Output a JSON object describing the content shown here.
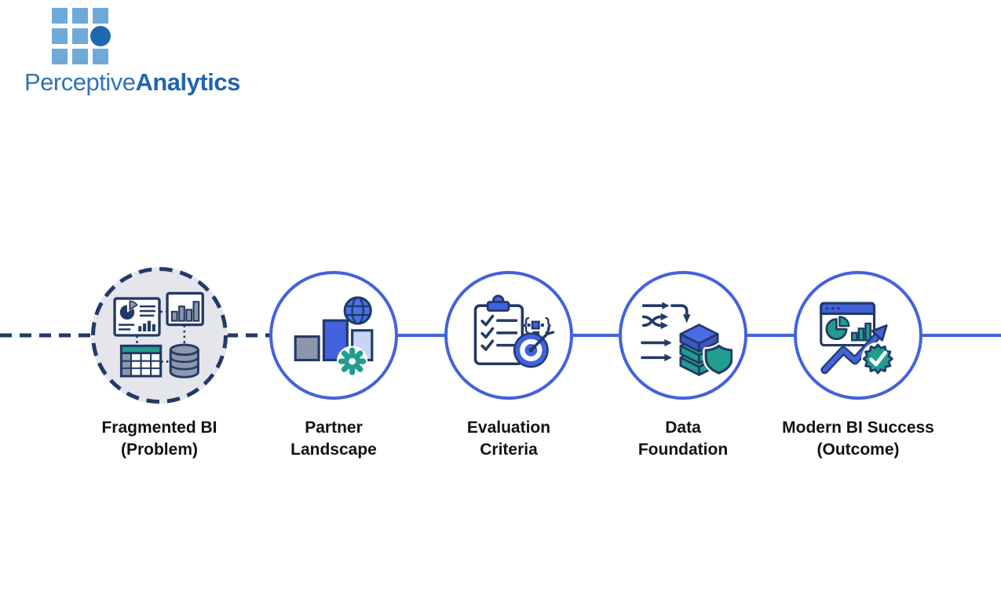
{
  "page": {
    "background": "#FFFFFF",
    "kind": "process-flow slide"
  },
  "logo": {
    "brand_first": "Perceptive",
    "brand_second": "Analytics",
    "colors": {
      "grid_square": "#6FA9D8",
      "grid_dot": "#1C69B0",
      "text_regular": "#2E74B5",
      "text_bold": "#2165AD"
    }
  },
  "flow": {
    "orientation": "horizontal",
    "colors": {
      "accent_blue": "#4262DE",
      "navy": "#223A66",
      "teal": "#1F9E8E",
      "gray": "#8D97AB",
      "periwinkle": "#C8D4F4",
      "problem_fill": "#E4E6EC",
      "label_text": "#121212"
    },
    "connectors": {
      "left_tail": "dashed-navy",
      "between_node1_node2": "dashed-navy",
      "remaining": "solid-blue"
    },
    "nodes": [
      {
        "id": "fragmented-bi",
        "line1": "Fragmented BI",
        "line2": "(Problem)",
        "ring": "dashed-navy",
        "icons": [
          "dashboard-report-icon",
          "bar-chart-window-icon",
          "data-table-icon",
          "database-icon"
        ]
      },
      {
        "id": "partner-landscape",
        "line1": "Partner",
        "line2": "Landscape",
        "ring": "solid-blue",
        "icons": [
          "comparison-bars-icon",
          "globe-icon",
          "gear-icon"
        ]
      },
      {
        "id": "evaluation-criteria",
        "line1": "Evaluation",
        "line2": "Criteria",
        "ring": "solid-blue",
        "icons": [
          "checklist-clipboard-icon",
          "integration-nodes-icon",
          "target-arrow-icon"
        ]
      },
      {
        "id": "data-foundation",
        "line1": "Data",
        "line2": "Foundation",
        "ring": "solid-blue",
        "icons": [
          "flow-arrows-icon",
          "layered-stack-icon",
          "shield-icon"
        ]
      },
      {
        "id": "modern-bi-success",
        "line1": "Modern BI Success",
        "line2": "(Outcome)",
        "ring": "solid-blue",
        "icons": [
          "analytics-window-icon",
          "growth-arrow-icon",
          "verified-badge-icon"
        ]
      }
    ]
  }
}
